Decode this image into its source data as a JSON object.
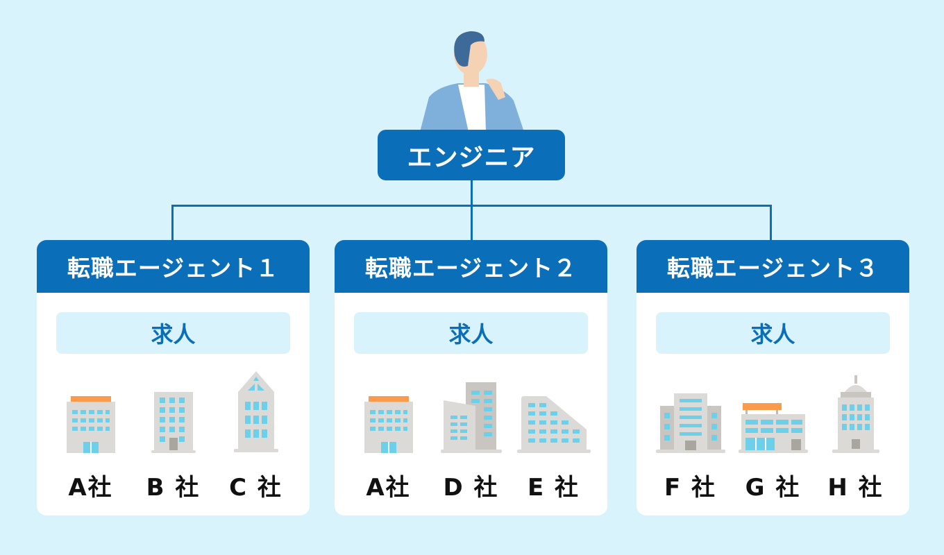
{
  "root": {
    "label": "エンジニア",
    "icon": "engineer-person-icon"
  },
  "colors": {
    "background": "#d9f3fd",
    "accent": "#0a6eb8",
    "building": "#dcdad6",
    "window": "#6dd0ea",
    "roof_accent": "#f99a4d"
  },
  "agents": [
    {
      "title": "転職エージェント１",
      "jobs_label": "求人",
      "companies": [
        {
          "label": "A社",
          "icon": "building-a"
        },
        {
          "label": "B 社",
          "icon": "building-b"
        },
        {
          "label": "C 社",
          "icon": "building-c"
        }
      ]
    },
    {
      "title": "転職エージェント２",
      "jobs_label": "求人",
      "companies": [
        {
          "label": "A社",
          "icon": "building-a"
        },
        {
          "label": "D 社",
          "icon": "building-d"
        },
        {
          "label": "E 社",
          "icon": "building-e"
        }
      ]
    },
    {
      "title": "転職エージェント３",
      "jobs_label": "求人",
      "companies": [
        {
          "label": "F 社",
          "icon": "building-f"
        },
        {
          "label": "G 社",
          "icon": "building-g"
        },
        {
          "label": "H 社",
          "icon": "building-h"
        }
      ]
    }
  ]
}
